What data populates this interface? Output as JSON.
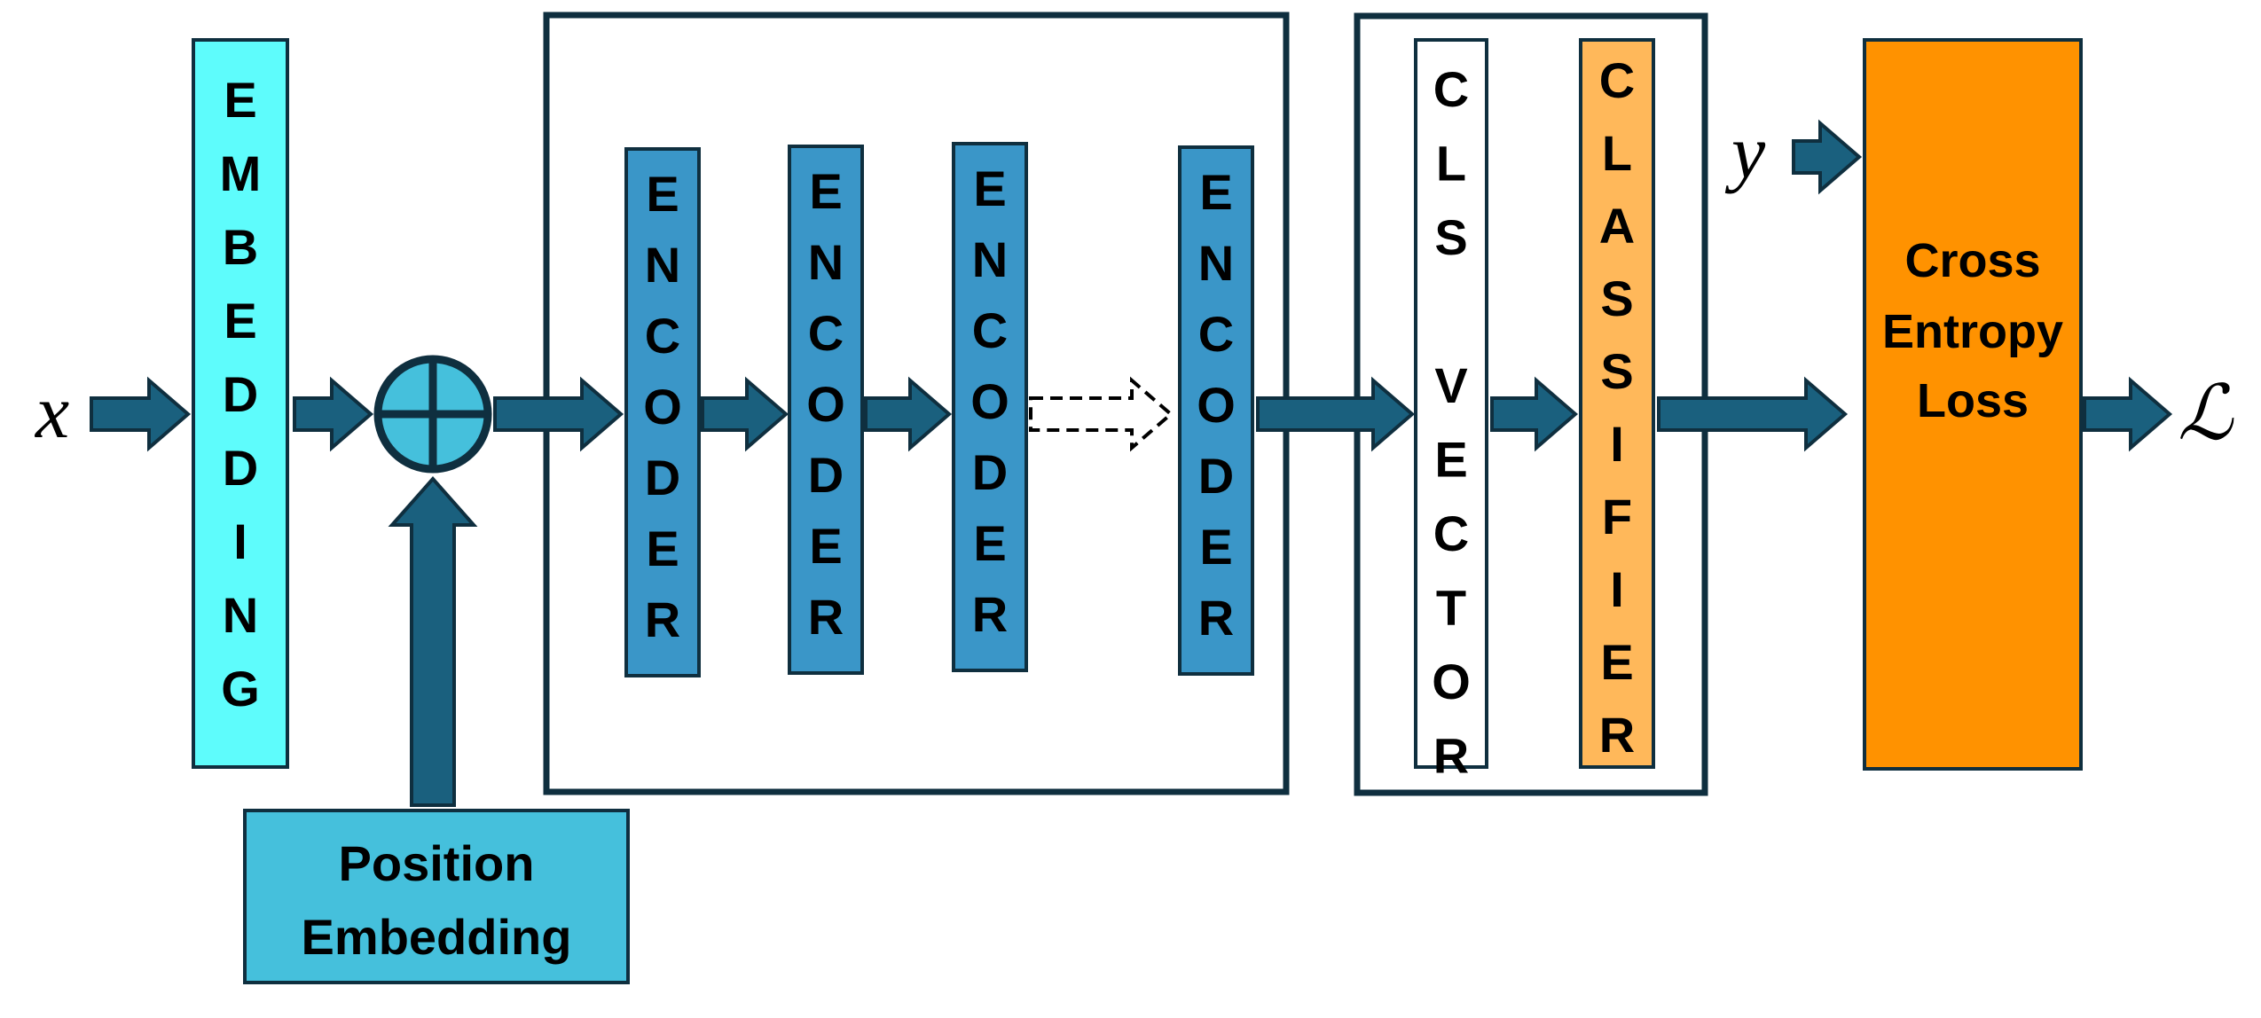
{
  "inputs": {
    "x_label": "x",
    "y_label": "y",
    "loss_label": "ℒ"
  },
  "embedding": {
    "label": "EMBEDDING",
    "color": "#5EFCFC"
  },
  "position_embedding": {
    "line1": "Position",
    "line2": "Embedding",
    "color": "#45C0DC"
  },
  "adder": {
    "color": "#45C0DC"
  },
  "encoders": [
    {
      "label": "ENCODER"
    },
    {
      "label": "ENCODER"
    },
    {
      "label": "ENCODER"
    },
    {
      "label": "ENCODER"
    }
  ],
  "encoder_color": "#3A96C8",
  "cls_vector": {
    "word1": "CLS",
    "word2": "VECTOR"
  },
  "classifier": {
    "label": "CLASSIFIER",
    "color": "#FFB85A"
  },
  "loss_box": {
    "line1": "Cross",
    "line2": "Entropy",
    "line3": "Loss",
    "color": "#FF9200"
  },
  "arrow_color": "#1A607E",
  "border_color": "#0F2F3F"
}
